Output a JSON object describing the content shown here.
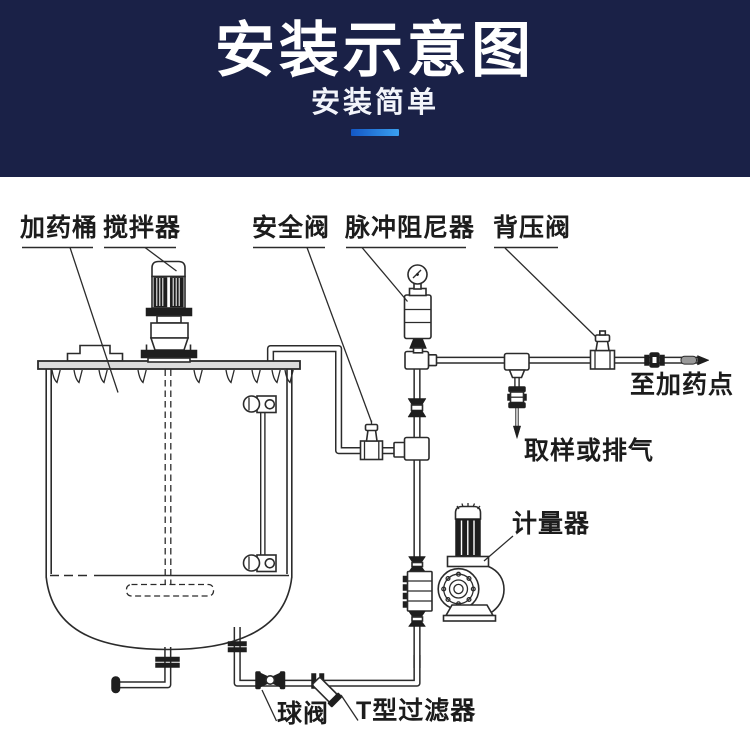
{
  "header": {
    "title": "安装示意图",
    "subtitle": "安装简单"
  },
  "colors": {
    "banner_bg": "#1a2147",
    "accent_blue_start": "#1357c5",
    "accent_blue_end": "#3aa0f0",
    "line_art": "#2b2b2b"
  },
  "diagram": {
    "labels": {
      "dosing_tank": "加药桶",
      "agitator": "搅拌器",
      "safety_valve": "安全阀",
      "pulse_damper": "脉冲阻尼器",
      "back_pressure_valve": "背压阀",
      "to_dosing_point": "至加药点",
      "sampling_or_venting": "取样或排气",
      "metering_pump": "计量器",
      "ball_valve": "球阀",
      "t_filter": "T型过滤器"
    }
  }
}
